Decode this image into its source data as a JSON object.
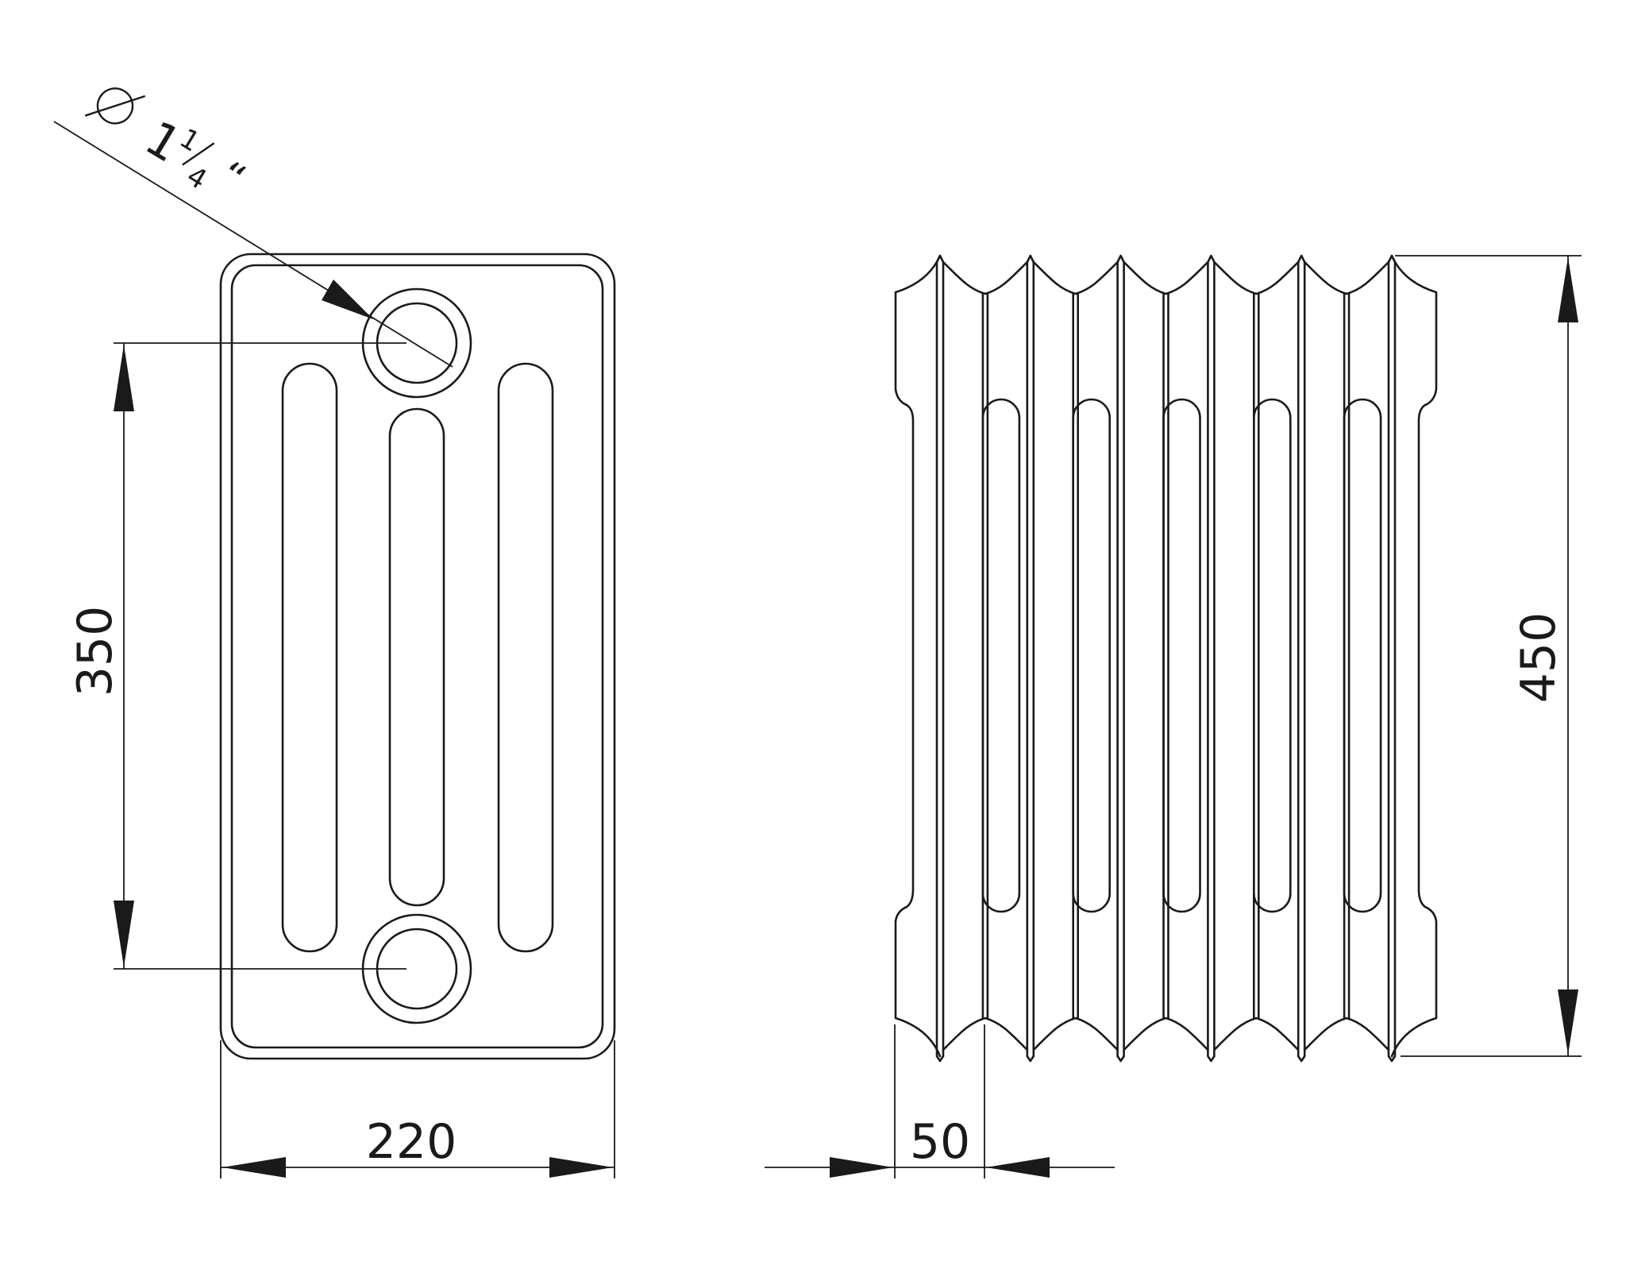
{
  "front_view": {
    "pipe_size": {
      "symbol": "Ø",
      "whole": "1",
      "num": "1",
      "den": "4",
      "inch_mark": "“"
    },
    "dim_height_between_connections": "350",
    "dim_width": "220"
  },
  "side_view": {
    "dim_total_height": "450",
    "dim_section_pitch": "50",
    "section_count": 6
  }
}
